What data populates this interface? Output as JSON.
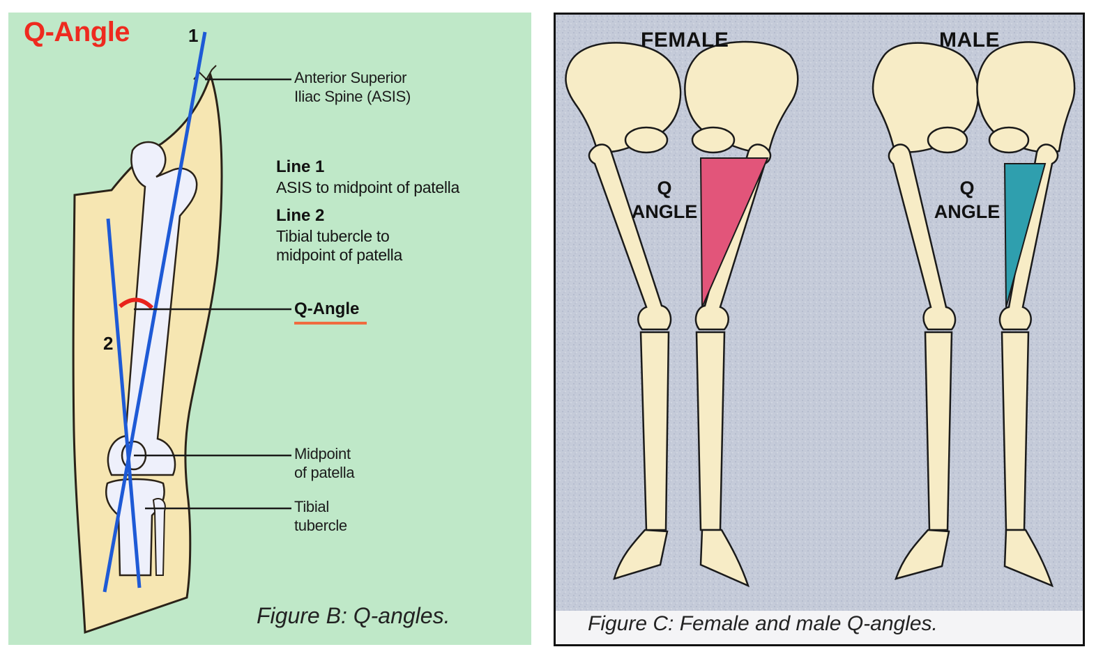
{
  "panel_b": {
    "title": "Q-Angle",
    "line1_number": "1",
    "line2_number": "2",
    "asis_label": [
      "Anterior Superior",
      "Iliac Spine (ASIS)"
    ],
    "legend": [
      {
        "heading": "Line 1",
        "text": [
          "ASIS to midpoint of patella"
        ]
      },
      {
        "heading": "Line 2",
        "text": [
          "Tibial tubercle to",
          "midpoint of patella"
        ]
      }
    ],
    "q_angle_label": "Q-Angle",
    "midpoint_label": [
      "Midpoint",
      "of patella"
    ],
    "tibial_label": [
      "Tibial",
      "tubercle"
    ],
    "caption": "Figure B: Q-angles.",
    "colors": {
      "background": "#bfe8c8",
      "title": "#ee2a1f",
      "leg": "#f6e6b2",
      "bone": "#eef0fb",
      "lines": "#1e5ad6",
      "angle_arc": "#e8231c"
    }
  },
  "panel_c": {
    "female_label": "FEMALE",
    "male_label": "MALE",
    "female_q": [
      "Q",
      "ANGLE"
    ],
    "male_q": [
      "Q",
      "ANGLE"
    ],
    "caption": "Figure C: Female and male Q-angles.",
    "colors": {
      "background": "#c5cbd9",
      "bone": "#f7ecc6",
      "female_triangle": "#e2557a",
      "male_triangle": "#2f9fae"
    }
  }
}
